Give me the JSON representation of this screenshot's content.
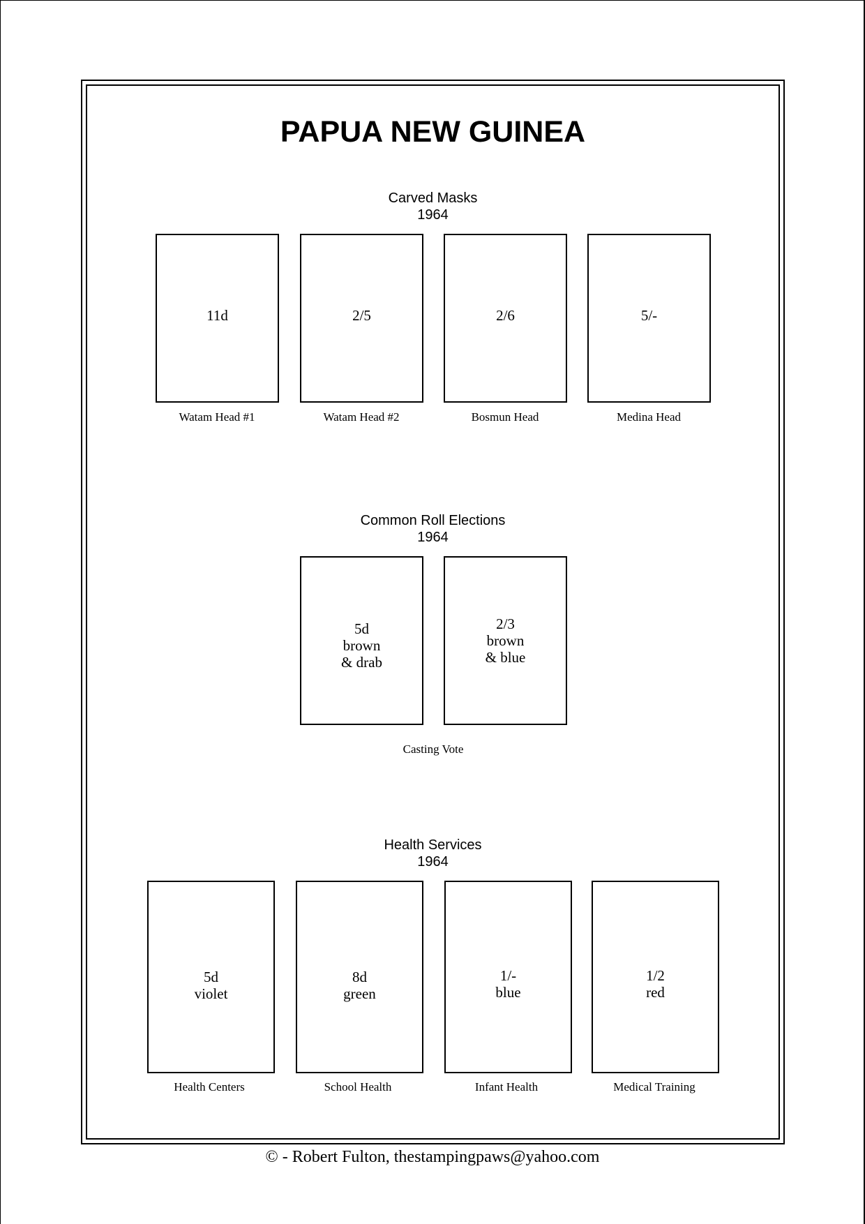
{
  "title": "PAPUA NEW GUINEA",
  "sections": [
    {
      "heading": "Carved Masks",
      "year": "1964",
      "stamps": [
        {
          "lines": [
            "11d"
          ]
        },
        {
          "lines": [
            "2/5"
          ]
        },
        {
          "lines": [
            "2/6"
          ]
        },
        {
          "lines": [
            "5/-"
          ]
        }
      ],
      "captions": [
        "Watam Head #1",
        "Watam Head #2",
        "Bosmun Head",
        "Medina Head"
      ]
    },
    {
      "heading": "Common Roll Elections",
      "year": "1964",
      "stamps": [
        {
          "lines": [
            "5d",
            "brown",
            "& drab"
          ]
        },
        {
          "lines": [
            "2/3",
            "brown",
            "& blue"
          ]
        }
      ],
      "captions": [
        "Casting Vote"
      ]
    },
    {
      "heading": "Health Services",
      "year": "1964",
      "stamps": [
        {
          "lines": [
            "5d",
            "violet"
          ]
        },
        {
          "lines": [
            "8d",
            "green"
          ]
        },
        {
          "lines": [
            "1/-",
            "blue"
          ]
        },
        {
          "lines": [
            "1/2",
            "red"
          ]
        }
      ],
      "captions": [
        "Health Centers",
        "School Health",
        "Infant Health",
        "Medical Training"
      ]
    }
  ],
  "footer": {
    "copyright": "© - Robert Fulton, thestampingpaws@yahoo.com"
  }
}
